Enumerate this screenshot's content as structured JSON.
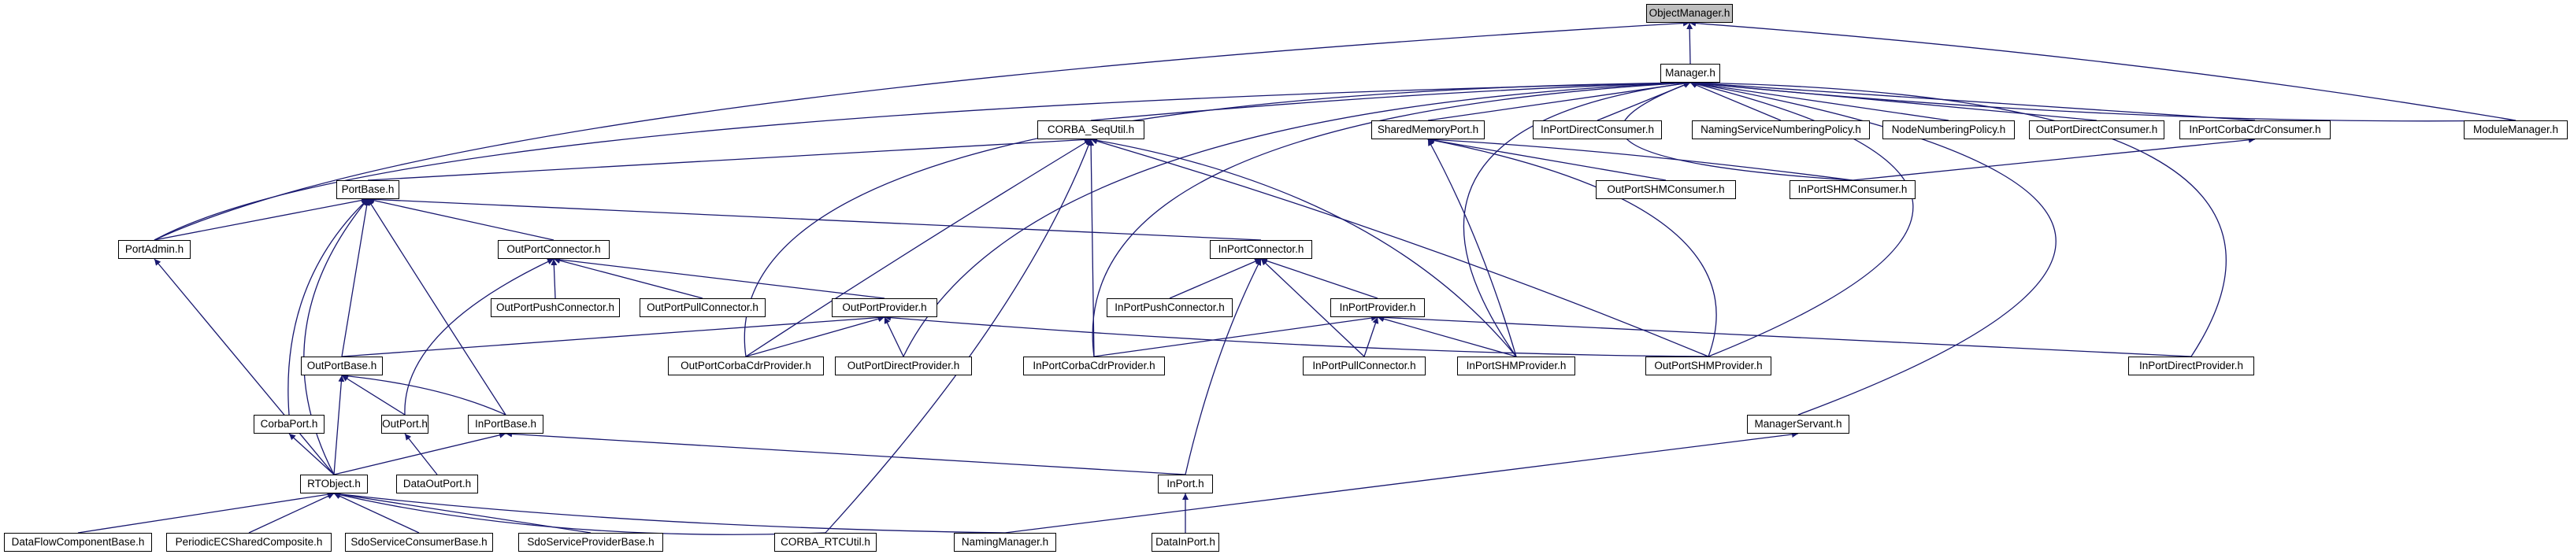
{
  "diagram": {
    "type": "include-dependency-graph",
    "edge_color": "#191970",
    "root_fill": "#bfbfbf",
    "node_fill": "#ffffff",
    "nodes": {
      "objectmanager": "ObjectManager.h",
      "manager": "Manager.h",
      "modulemanager": "ModuleManager.h",
      "portadmin": "PortAdmin.h",
      "corba_sequtil": "CORBA_SeqUtil.h",
      "sharedmemoryport": "SharedMemoryPort.h",
      "inportdirectconsumer": "InPortDirectConsumer.h",
      "namingservicenumberingpolicy": "NamingServiceNumberingPolicy.h",
      "nodenumberingpolicy": "NodeNumberingPolicy.h",
      "outportdirectconsumer": "OutPortDirectConsumer.h",
      "inportcorbacdrconsumer": "InPortCorbaCdrConsumer.h",
      "portbase": "PortBase.h",
      "outportshmconsumer": "OutPortSHMConsumer.h",
      "inportshmconsumer": "InPortSHMConsumer.h",
      "outportconnector": "OutPortConnector.h",
      "inportconnector": "InPortConnector.h",
      "outportpushconnector": "OutPortPushConnector.h",
      "outportpullconnector": "OutPortPullConnector.h",
      "inportpushconnector": "InPortPushConnector.h",
      "outportprovider": "OutPortProvider.h",
      "inportprovider": "InPortProvider.h",
      "outportbase": "OutPortBase.h",
      "outportcorbacdrprovider": "OutPortCorbaCdrProvider.h",
      "outportdirectprovider": "OutPortDirectProvider.h",
      "inportcorbacdrprovider": "InPortCorbaCdrProvider.h",
      "inportpullconnector": "InPortPullConnector.h",
      "inportshmprovider": "InPortSHMProvider.h",
      "outportshmprovider": "OutPortSHMProvider.h",
      "inportdirectprovider": "InPortDirectProvider.h",
      "corbaport": "CorbaPort.h",
      "outport": "OutPort.h",
      "inportbase": "InPortBase.h",
      "managerservant": "ManagerServant.h",
      "rtobject": "RTObject.h",
      "dataoutport": "DataOutPort.h",
      "inport": "InPort.h",
      "dataflowcomponentbase": "DataFlowComponentBase.h",
      "periodicecsharedcomposite": "PeriodicECSharedComposite.h",
      "sdoserviceconsumerbase": "SdoServiceConsumerBase.h",
      "sdoserviceproviderbase": "SdoServiceProviderBase.h",
      "corba_rtcutil": "CORBA_RTCUtil.h",
      "namingmanager": "NamingManager.h",
      "datainport": "DataInPort.h"
    },
    "edges": [
      [
        "manager",
        "objectmanager"
      ],
      [
        "portadmin",
        "objectmanager"
      ],
      [
        "modulemanager",
        "objectmanager"
      ],
      [
        "modulemanager",
        "manager"
      ],
      [
        "portadmin",
        "manager"
      ],
      [
        "corba_sequtil",
        "manager"
      ],
      [
        "sharedmemoryport",
        "manager"
      ],
      [
        "inportdirectconsumer",
        "manager"
      ],
      [
        "namingservicenumberingpolicy",
        "manager"
      ],
      [
        "nodenumberingpolicy",
        "manager"
      ],
      [
        "outportdirectconsumer",
        "manager"
      ],
      [
        "inportcorbacdrconsumer",
        "manager"
      ],
      [
        "inportshmconsumer",
        "manager"
      ],
      [
        "outportcorbacdrprovider",
        "manager"
      ],
      [
        "outportdirectprovider",
        "manager"
      ],
      [
        "inportcorbacdrprovider",
        "manager"
      ],
      [
        "inportshmprovider",
        "manager"
      ],
      [
        "outportshmprovider",
        "manager"
      ],
      [
        "inportdirectprovider",
        "manager"
      ],
      [
        "managerservant",
        "manager"
      ],
      [
        "portbase",
        "corba_sequtil"
      ],
      [
        "outportcorbacdrprovider",
        "corba_sequtil"
      ],
      [
        "inportcorbacdrprovider",
        "corba_sequtil"
      ],
      [
        "inportshmprovider",
        "corba_sequtil"
      ],
      [
        "outportshmprovider",
        "corba_sequtil"
      ],
      [
        "corba_rtcutil",
        "corba_sequtil"
      ],
      [
        "outportshmconsumer",
        "sharedmemoryport"
      ],
      [
        "inportshmconsumer",
        "sharedmemoryport"
      ],
      [
        "inportshmprovider",
        "sharedmemoryport"
      ],
      [
        "outportshmprovider",
        "sharedmemoryport"
      ],
      [
        "inportshmconsumer",
        "inportcorbacdrconsumer"
      ],
      [
        "portadmin",
        "portbase"
      ],
      [
        "outportconnector",
        "portbase"
      ],
      [
        "inportconnector",
        "portbase"
      ],
      [
        "outportbase",
        "portbase"
      ],
      [
        "corbaport",
        "portbase"
      ],
      [
        "inportbase",
        "portbase"
      ],
      [
        "rtobject",
        "portbase"
      ],
      [
        "rtobject",
        "portadmin"
      ],
      [
        "outportpushconnector",
        "outportconnector"
      ],
      [
        "outportpullconnector",
        "outportconnector"
      ],
      [
        "outportprovider",
        "outportconnector"
      ],
      [
        "outport",
        "outportconnector"
      ],
      [
        "inportpushconnector",
        "inportconnector"
      ],
      [
        "inportprovider",
        "inportconnector"
      ],
      [
        "inportpullconnector",
        "inportconnector"
      ],
      [
        "inport",
        "inportconnector"
      ],
      [
        "outportbase",
        "outportprovider"
      ],
      [
        "outportcorbacdrprovider",
        "outportprovider"
      ],
      [
        "outportdirectprovider",
        "outportprovider"
      ],
      [
        "outportshmprovider",
        "outportprovider"
      ],
      [
        "inportcorbacdrprovider",
        "inportprovider"
      ],
      [
        "inportpullconnector",
        "inportprovider"
      ],
      [
        "inportshmprovider",
        "inportprovider"
      ],
      [
        "inportdirectprovider",
        "inportprovider"
      ],
      [
        "outport",
        "outportbase"
      ],
      [
        "inportbase",
        "outportbase"
      ],
      [
        "rtobject",
        "outportbase"
      ],
      [
        "rtobject",
        "corbaport"
      ],
      [
        "dataoutport",
        "outport"
      ],
      [
        "rtobject",
        "inportbase"
      ],
      [
        "inport",
        "inportbase"
      ],
      [
        "namingmanager",
        "managerservant"
      ],
      [
        "datainport",
        "inport"
      ],
      [
        "dataflowcomponentbase",
        "rtobject"
      ],
      [
        "periodicecsharedcomposite",
        "rtobject"
      ],
      [
        "sdoserviceconsumerbase",
        "rtobject"
      ],
      [
        "sdoserviceproviderbase",
        "rtobject"
      ],
      [
        "corba_rtcutil",
        "rtobject"
      ],
      [
        "namingmanager",
        "rtobject"
      ]
    ]
  }
}
